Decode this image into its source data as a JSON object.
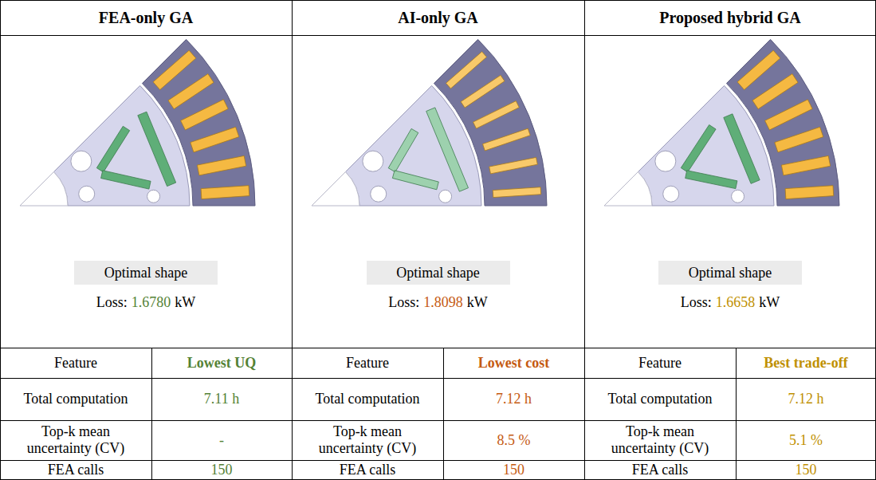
{
  "diagram": {
    "nodes": [
      {
        "text": [
          "Optimal shape"
        ]
      },
      {
        "text": [
          "Optimal shape"
        ]
      },
      {
        "text": [
          "Optimal shape"
        ]
      }
    ],
    "labels": [
      "FEA-only GA",
      "AI-only GA",
      "Proposed hybrid GA",
      "Loss:",
      "1.6780",
      "kW",
      "Loss:",
      "1.8098",
      "kW",
      "Loss:",
      "1.6658",
      "kW",
      "Feature",
      "Lowest UQ",
      "Feature",
      "Lowest cost",
      "Feature",
      "Best trade-off",
      "Total computation",
      "7.11 h",
      "Total computation",
      "7.12 h",
      "Total computation",
      "7.12 h",
      "Top-k mean uncertainty (CV)",
      "-",
      "Top-k mean uncertainty (CV)",
      "8.5 %",
      "Top-k mean uncertainty (CV)",
      "5.1 %",
      "FEA calls",
      "150",
      "FEA calls",
      "150",
      "FEA calls",
      "150"
    ]
  }
}
